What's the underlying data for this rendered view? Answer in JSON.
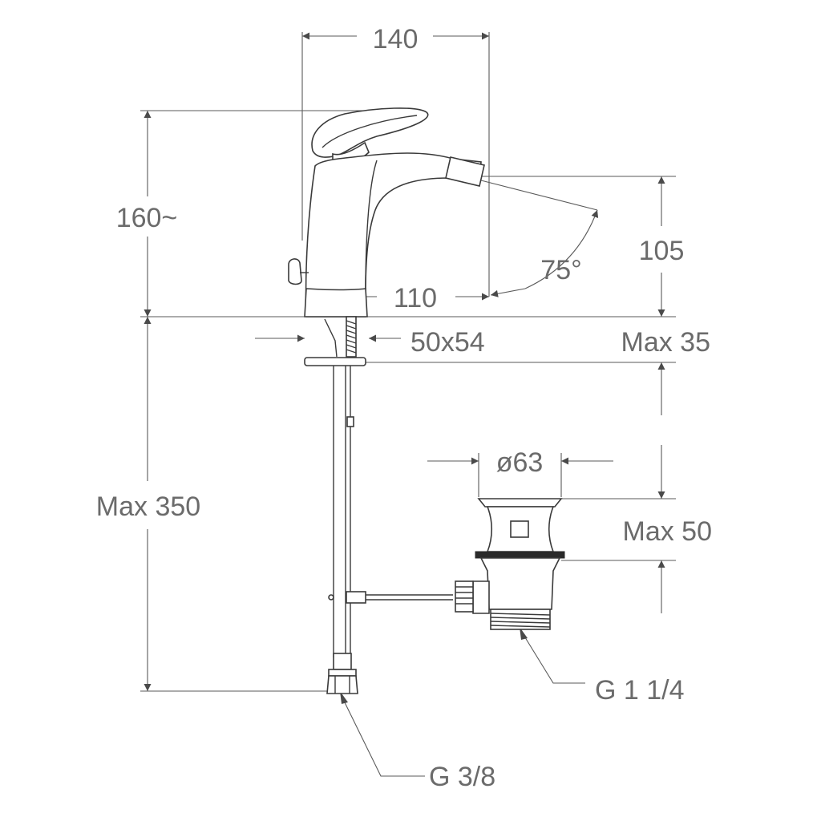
{
  "dimensions": {
    "width_top": "140",
    "height_total": "160~",
    "spout_height": "105",
    "spout_angle": "75°",
    "spout_reach": "110",
    "hole_size": "50x54",
    "deck_thickness_max": "Max 35",
    "hose_length_max": "Max 350",
    "waste_diameter": "ø63",
    "waste_deck_max": "Max 50",
    "waste_thread": "G 1 1/4",
    "supply_thread": "G 3/8"
  }
}
